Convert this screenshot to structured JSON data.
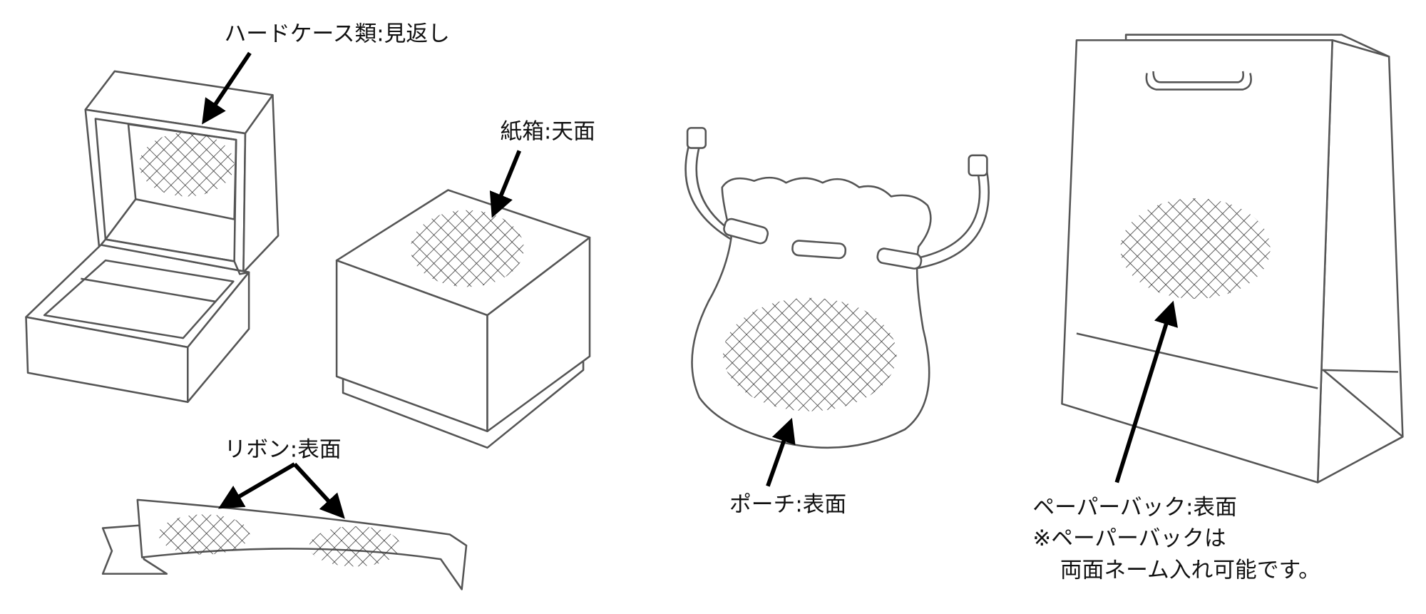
{
  "labels": {
    "hard_case": "ハードケース類:見返し",
    "paper_box": "紙箱:天面",
    "ribbon": "リボン:表面",
    "pouch": "ポーチ:表面",
    "paper_bag": "ペーパーバック:表面",
    "paper_bag_note_1": "※ペーパーバックは",
    "paper_bag_note_2": "両面ネーム入れ可能です。"
  },
  "colors": {
    "line": "#555555",
    "arrow": "#000000",
    "hatch": "#333333"
  }
}
